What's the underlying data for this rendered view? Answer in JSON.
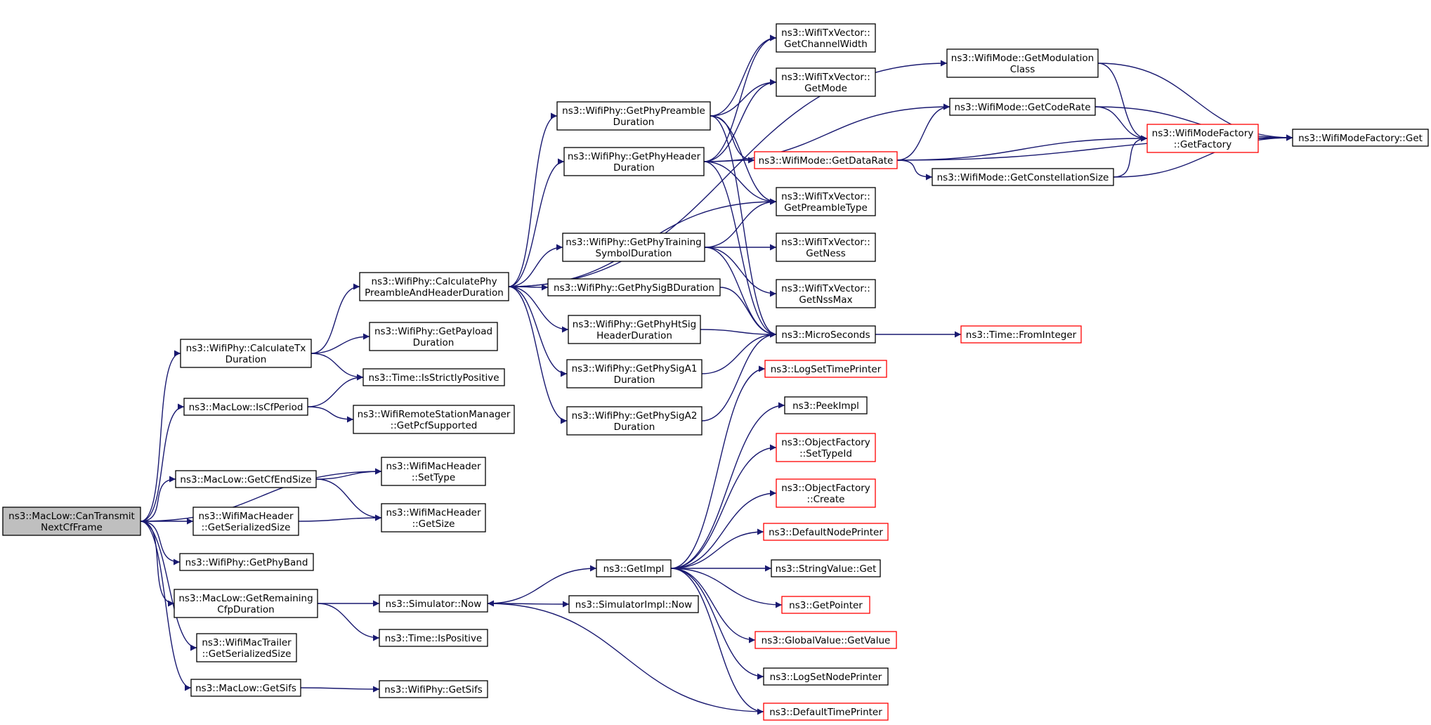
{
  "colors": {
    "edge": "#191970",
    "box_border": "#000000",
    "box_border_highlight": "#ff0000",
    "root_fill": "#bfbfbf",
    "box_fill": "#ffffff"
  },
  "nodes": [
    {
      "id": "root",
      "lines": [
        "ns3::MacLow::CanTransmit",
        "NextCfFrame"
      ],
      "style": "root"
    },
    {
      "id": "calcTx",
      "lines": [
        "ns3::WifiPhy::CalculateTx",
        "Duration"
      ],
      "style": "normal"
    },
    {
      "id": "isCf",
      "lines": [
        "ns3::MacLow::IsCfPeriod"
      ],
      "style": "normal"
    },
    {
      "id": "cfEnd",
      "lines": [
        "ns3::MacLow::GetCfEndSize"
      ],
      "style": "normal"
    },
    {
      "id": "macSerial",
      "lines": [
        "ns3::WifiMacHeader",
        "::GetSerializedSize"
      ],
      "style": "normal"
    },
    {
      "id": "phyBand",
      "lines": [
        "ns3::WifiPhy::GetPhyBand"
      ],
      "style": "normal"
    },
    {
      "id": "remCfp",
      "lines": [
        "ns3::MacLow::GetRemaining",
        "CfpDuration"
      ],
      "style": "normal"
    },
    {
      "id": "trailer",
      "lines": [
        "ns3::WifiMacTrailer",
        "::GetSerializedSize"
      ],
      "style": "normal"
    },
    {
      "id": "sifs",
      "lines": [
        "ns3::MacLow::GetSifs"
      ],
      "style": "normal"
    },
    {
      "id": "calcPre",
      "lines": [
        "ns3::WifiPhy::CalculatePhy",
        "PreambleAndHeaderDuration"
      ],
      "style": "normal"
    },
    {
      "id": "payload",
      "lines": [
        "ns3::WifiPhy::GetPayload",
        "Duration"
      ],
      "style": "normal"
    },
    {
      "id": "strictPos",
      "lines": [
        "ns3::Time::IsStrictlyPositive"
      ],
      "style": "normal"
    },
    {
      "id": "pcf",
      "lines": [
        "ns3::WifiRemoteStationManager",
        "::GetPcfSupported"
      ],
      "style": "normal"
    },
    {
      "id": "setType",
      "lines": [
        "ns3::WifiMacHeader",
        "::SetType"
      ],
      "style": "normal"
    },
    {
      "id": "getSize",
      "lines": [
        "ns3::WifiMacHeader",
        "::GetSize"
      ],
      "style": "normal"
    },
    {
      "id": "simNow",
      "lines": [
        "ns3::Simulator::Now"
      ],
      "style": "normal"
    },
    {
      "id": "isPos",
      "lines": [
        "ns3::Time::IsPositive"
      ],
      "style": "normal"
    },
    {
      "id": "phySifs",
      "lines": [
        "ns3::WifiPhy::GetSifs"
      ],
      "style": "normal"
    },
    {
      "id": "phyPre",
      "lines": [
        "ns3::WifiPhy::GetPhyPreamble",
        "Duration"
      ],
      "style": "normal"
    },
    {
      "id": "phyHdr",
      "lines": [
        "ns3::WifiPhy::GetPhyHeader",
        "Duration"
      ],
      "style": "normal"
    },
    {
      "id": "train",
      "lines": [
        "ns3::WifiPhy::GetPhyTraining",
        "SymbolDuration"
      ],
      "style": "normal"
    },
    {
      "id": "sigB",
      "lines": [
        "ns3::WifiPhy::GetPhySigBDuration"
      ],
      "style": "normal"
    },
    {
      "id": "htSig",
      "lines": [
        "ns3::WifiPhy::GetPhyHtSig",
        "HeaderDuration"
      ],
      "style": "normal"
    },
    {
      "id": "sigA1",
      "lines": [
        "ns3::WifiPhy::GetPhySigA1",
        "Duration"
      ],
      "style": "normal"
    },
    {
      "id": "sigA2",
      "lines": [
        "ns3::WifiPhy::GetPhySigA2",
        "Duration"
      ],
      "style": "normal"
    },
    {
      "id": "getImpl",
      "lines": [
        "ns3::GetImpl"
      ],
      "style": "normal"
    },
    {
      "id": "simImplNow",
      "lines": [
        "ns3::SimulatorImpl::Now"
      ],
      "style": "normal"
    },
    {
      "id": "chanW",
      "lines": [
        "ns3::WifiTxVector::",
        "GetChannelWidth"
      ],
      "style": "normal"
    },
    {
      "id": "txMode",
      "lines": [
        "ns3::WifiTxVector::",
        "GetMode"
      ],
      "style": "normal"
    },
    {
      "id": "dataRate",
      "lines": [
        "ns3::WifiMode::GetDataRate"
      ],
      "style": "red"
    },
    {
      "id": "preType",
      "lines": [
        "ns3::WifiTxVector::",
        "GetPreambleType"
      ],
      "style": "normal"
    },
    {
      "id": "ness",
      "lines": [
        "ns3::WifiTxVector::",
        "GetNess"
      ],
      "style": "normal"
    },
    {
      "id": "nssMax",
      "lines": [
        "ns3::WifiTxVector::",
        "GetNssMax"
      ],
      "style": "normal"
    },
    {
      "id": "micro",
      "lines": [
        "ns3::MicroSeconds"
      ],
      "style": "normal"
    },
    {
      "id": "logTime",
      "lines": [
        "ns3::LogSetTimePrinter"
      ],
      "style": "red"
    },
    {
      "id": "peek",
      "lines": [
        "ns3::PeekImpl"
      ],
      "style": "normal"
    },
    {
      "id": "ofSetType",
      "lines": [
        "ns3::ObjectFactory",
        "::SetTypeId"
      ],
      "style": "red"
    },
    {
      "id": "ofCreate",
      "lines": [
        "ns3::ObjectFactory",
        "::Create"
      ],
      "style": "red"
    },
    {
      "id": "defNode",
      "lines": [
        "ns3::DefaultNodePrinter"
      ],
      "style": "red"
    },
    {
      "id": "strGet",
      "lines": [
        "ns3::StringValue::Get"
      ],
      "style": "normal"
    },
    {
      "id": "getPtr",
      "lines": [
        "ns3::GetPointer"
      ],
      "style": "red"
    },
    {
      "id": "gvGet",
      "lines": [
        "ns3::GlobalValue::GetValue"
      ],
      "style": "red"
    },
    {
      "id": "logNode",
      "lines": [
        "ns3::LogSetNodePrinter"
      ],
      "style": "normal"
    },
    {
      "id": "defTime",
      "lines": [
        "ns3::DefaultTimePrinter"
      ],
      "style": "red"
    },
    {
      "id": "modClass",
      "lines": [
        "ns3::WifiMode::GetModulation",
        "Class"
      ],
      "style": "normal"
    },
    {
      "id": "codeRate",
      "lines": [
        "ns3::WifiMode::GetCodeRate"
      ],
      "style": "normal"
    },
    {
      "id": "constSize",
      "lines": [
        "ns3::WifiMode::GetConstellationSize"
      ],
      "style": "normal"
    },
    {
      "id": "fromInt",
      "lines": [
        "ns3::Time::FromInteger"
      ],
      "style": "red"
    },
    {
      "id": "factory",
      "lines": [
        "ns3::WifiModeFactory",
        "::GetFactory"
      ],
      "style": "red"
    },
    {
      "id": "factoryGet",
      "lines": [
        "ns3::WifiModeFactory::Get"
      ],
      "style": "normal"
    }
  ]
}
